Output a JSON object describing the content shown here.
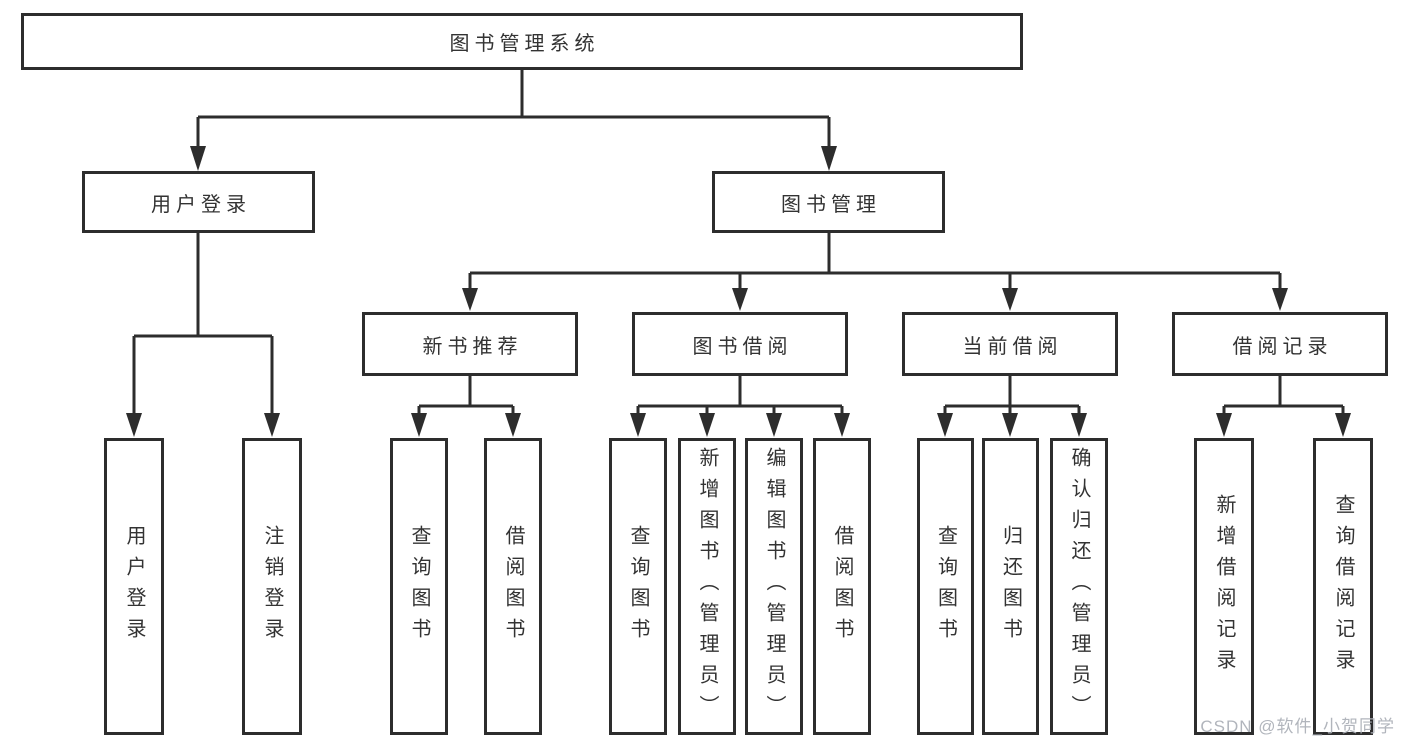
{
  "nodes": {
    "root": "图书管理系统",
    "user_login": "用户登录",
    "book_management": "图书管理",
    "new_book_recommend": "新书推荐",
    "book_borrowing": "图书借阅",
    "current_borrowing": "当前借阅",
    "borrowing_records": "借阅记录",
    "user_login_leaf": "用户登录",
    "logout_leaf": "注销登录",
    "search_book_1": "查询图书",
    "borrow_book_1": "借阅图书",
    "search_book_2": "查询图书",
    "add_book_admin": "新增图书（管理员）",
    "edit_book_admin": "编辑图书（管理员）",
    "borrow_book_2": "借阅图书",
    "search_book_3": "查询图书",
    "return_book": "归还图书",
    "confirm_return_admin": "确认归还（管理员）",
    "add_borrow_record": "新增借阅记录",
    "search_borrow_record": "查询借阅记录"
  },
  "watermark": "CSDN @软件_小贺同学",
  "colors": {
    "line": "#2d2d2d",
    "text": "#333333",
    "watermark": "#adb1b8",
    "background": "#ffffff"
  }
}
